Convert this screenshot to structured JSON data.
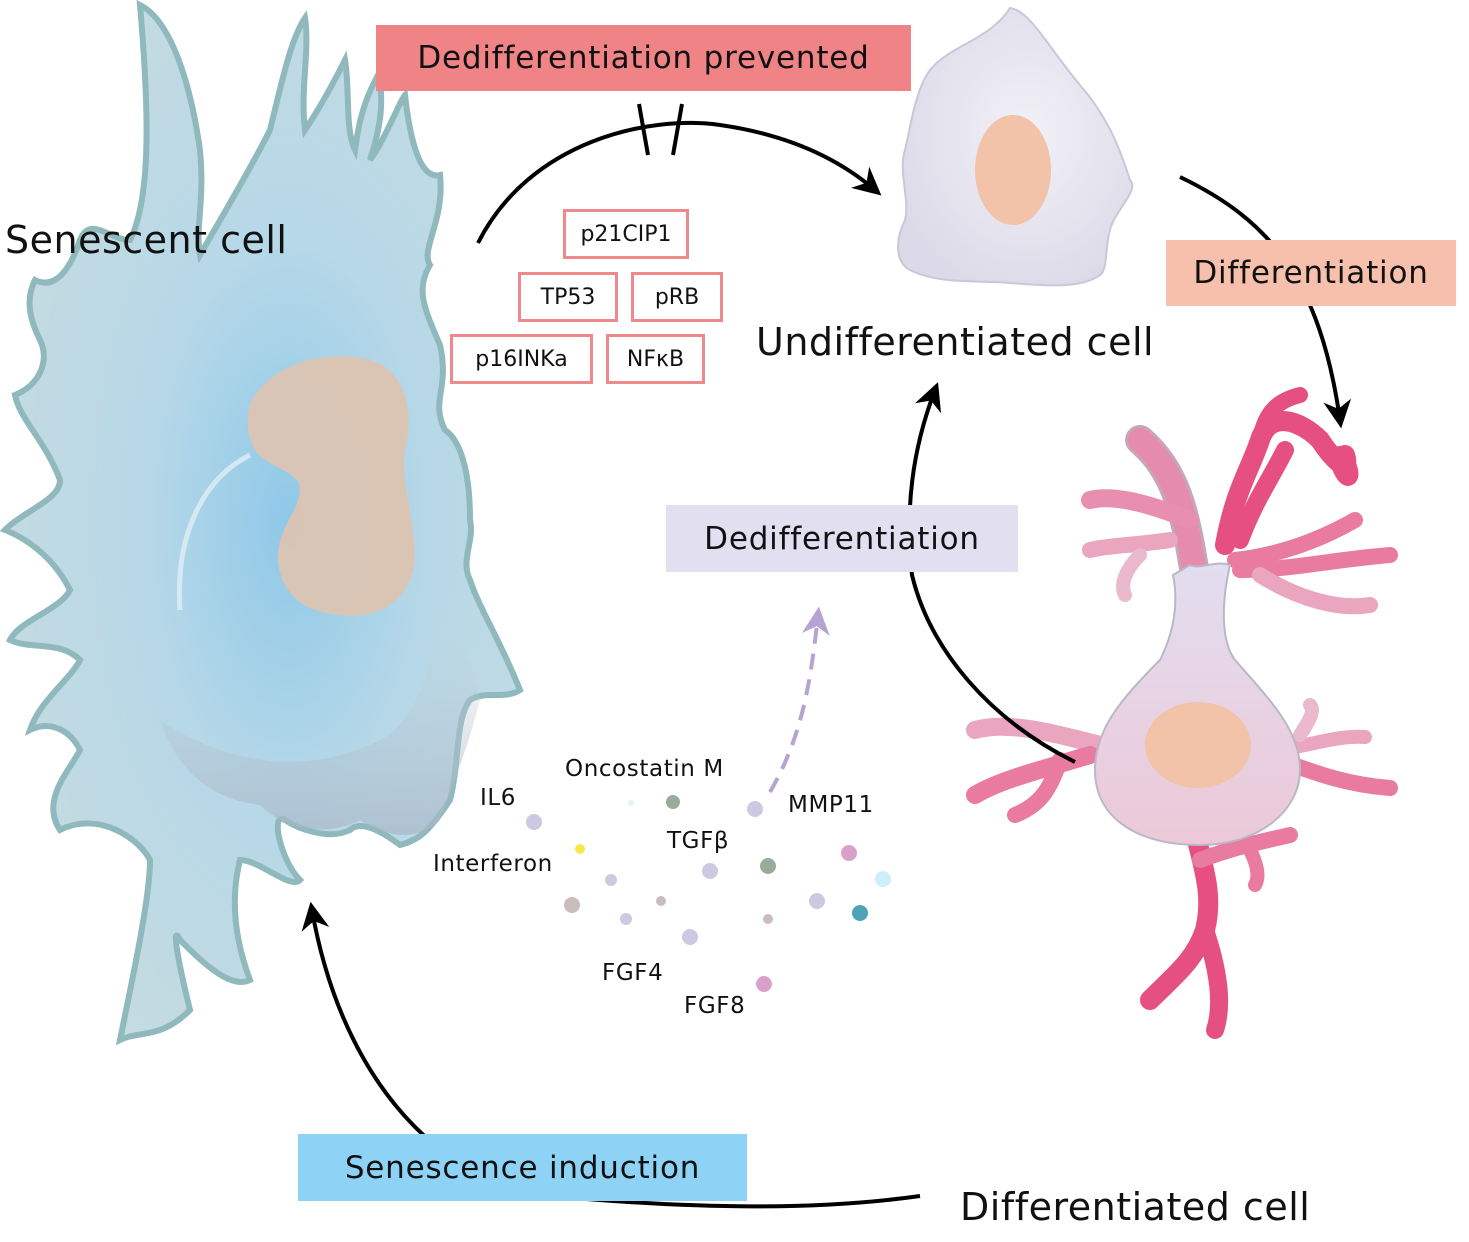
{
  "cells": {
    "senescent": {
      "label": "Senescent cell",
      "body_color": "#b8d3d9",
      "edge_color": "#8fb9bd",
      "nucleus_color": "#dcc4b2"
    },
    "undifferentiated": {
      "label": "Undifferentiated cell",
      "body_color": "#e3e1ec",
      "nucleus_color": "#f2c2a9"
    },
    "differentiated": {
      "label": "Differentiated cell",
      "body_color": "#e7dbe8",
      "dendrite_color": "#e54f82",
      "nucleus_color": "#f2c2a9"
    }
  },
  "processes": {
    "dedifferentiation_prevented": {
      "label": "Dedifferentiation prevented",
      "color": "#ef8386"
    },
    "differentiation": {
      "label": "Differentiation",
      "color": "#f7c0ac"
    },
    "dedifferentiation": {
      "label": "Dedifferentiation",
      "color": "#e1dff0"
    },
    "senescence_induction": {
      "label": "Senescence induction",
      "color": "#8ed3f5"
    }
  },
  "markers": [
    "p21CIP1",
    "TP53",
    "pRB",
    "p16INKa",
    "NFκB"
  ],
  "marker_border_color": "#ef8a8c",
  "sasp_factors": [
    "IL6",
    "Oncostatin M",
    "MMP11",
    "Interferon",
    "TGFβ",
    "FGF4",
    "FGF8"
  ],
  "sasp_dots": [
    {
      "color": "#cdc9e2"
    },
    {
      "color": "#f5e94e"
    },
    {
      "color": "#e3f1f8"
    },
    {
      "color": "#9aab9c"
    },
    {
      "color": "#cdc9e2"
    },
    {
      "color": "#cdc9e2"
    },
    {
      "color": "#9aab9c"
    },
    {
      "color": "#d9a1c9"
    },
    {
      "color": "#cdeefa"
    },
    {
      "color": "#cdc9e2"
    },
    {
      "color": "#cbbdbd"
    },
    {
      "color": "#cdc9e2"
    },
    {
      "color": "#cdc9e2"
    },
    {
      "color": "#cbbdbd"
    },
    {
      "color": "#cbbdbd"
    },
    {
      "color": "#4ea3b6"
    },
    {
      "color": "#cdc9e2"
    },
    {
      "color": "#d9a1c9"
    }
  ],
  "arrow_color": "#000000",
  "dashed_arrow_color": "#b7a3d3"
}
